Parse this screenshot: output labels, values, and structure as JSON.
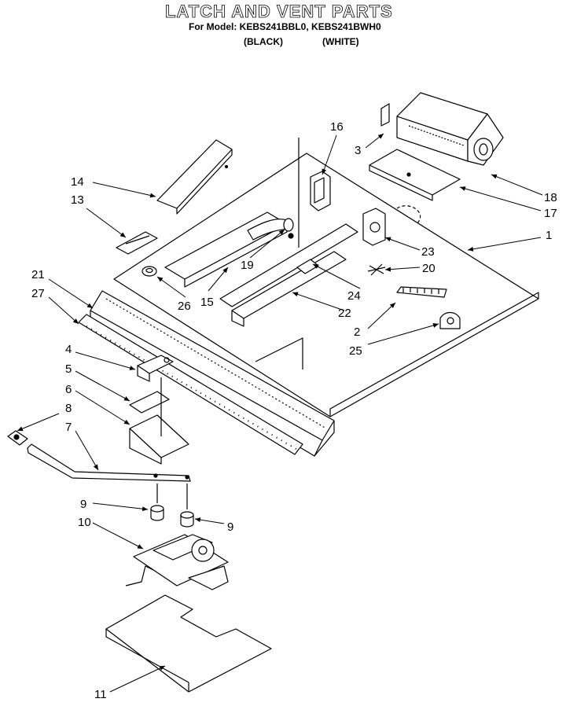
{
  "header": {
    "title": "LATCH AND VENT PARTS",
    "model_line": "For Model: KEBS241BBL0, KEBS241BWH0",
    "variant_black": "(BLACK)",
    "variant_white": "(WHITE)"
  },
  "callouts": [
    {
      "id": "c16",
      "text": "16"
    },
    {
      "id": "c3",
      "text": "3"
    },
    {
      "id": "c18",
      "text": "18"
    },
    {
      "id": "c17",
      "text": "17"
    },
    {
      "id": "c1",
      "text": "1"
    },
    {
      "id": "c14",
      "text": "14"
    },
    {
      "id": "c13",
      "text": "13"
    },
    {
      "id": "c23",
      "text": "23"
    },
    {
      "id": "c20",
      "text": "20"
    },
    {
      "id": "c19",
      "text": "19"
    },
    {
      "id": "c21",
      "text": "21"
    },
    {
      "id": "c27",
      "text": "27"
    },
    {
      "id": "c26",
      "text": "26"
    },
    {
      "id": "c15",
      "text": "15"
    },
    {
      "id": "c24",
      "text": "24"
    },
    {
      "id": "c22",
      "text": "22"
    },
    {
      "id": "c2",
      "text": "2"
    },
    {
      "id": "c25",
      "text": "25"
    },
    {
      "id": "c4",
      "text": "4"
    },
    {
      "id": "c5",
      "text": "5"
    },
    {
      "id": "c6",
      "text": "6"
    },
    {
      "id": "c8",
      "text": "8"
    },
    {
      "id": "c7",
      "text": "7"
    },
    {
      "id": "c9a",
      "text": "9"
    },
    {
      "id": "c10",
      "text": "10"
    },
    {
      "id": "c9b",
      "text": "9"
    },
    {
      "id": "c11",
      "text": "11"
    }
  ]
}
